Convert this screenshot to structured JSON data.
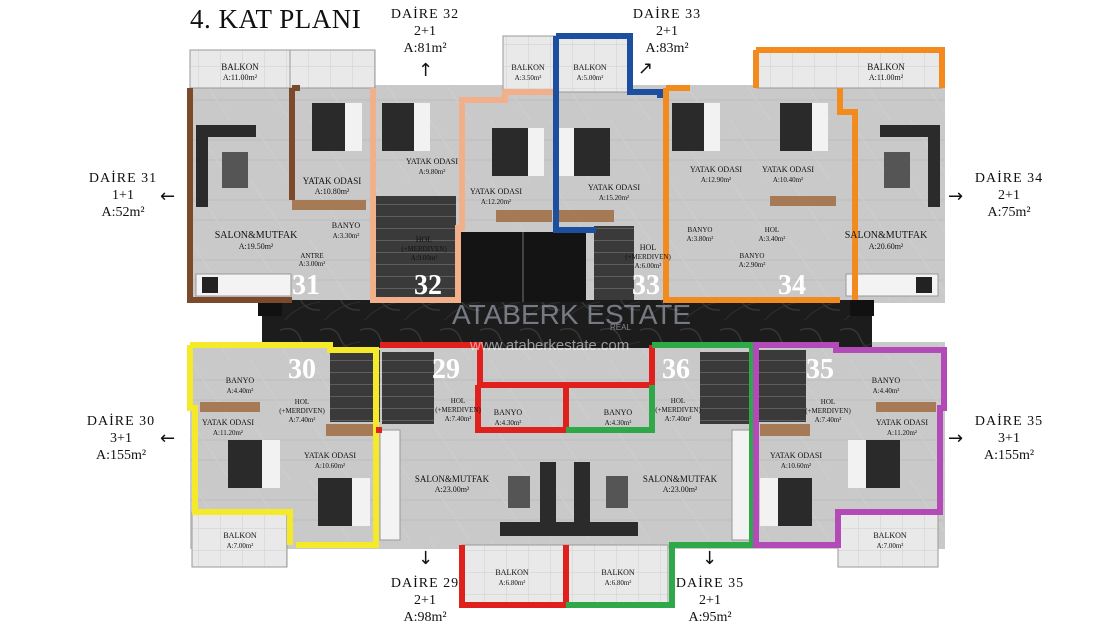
{
  "title": "4. KAT PLANI",
  "watermark": {
    "brand": "ATABERK ESTATE",
    "small": "REAL",
    "url": "www.ataberkestate.com"
  },
  "colors": {
    "d31": "#7a4a2b",
    "d32": "#f2b08a",
    "d33": "#1d4fa0",
    "d34": "#f28a1e",
    "d30": "#f4ea2a",
    "d29": "#e0201c",
    "d36": "#2fa84a",
    "d35": "#b24ab8"
  },
  "apartments": [
    {
      "id": "d32",
      "name": "DAİRE 32",
      "type": "2+1",
      "area": "A:81m²",
      "number": "32"
    },
    {
      "id": "d33",
      "name": "DAİRE 33",
      "type": "2+1",
      "area": "A:83m²",
      "number": "33"
    },
    {
      "id": "d31",
      "name": "DAİRE 31",
      "type": "1+1",
      "area": "A:52m²",
      "number": "31"
    },
    {
      "id": "d34",
      "name": "DAİRE 34",
      "type": "2+1",
      "area": "A:75m²",
      "number": "34"
    },
    {
      "id": "d30",
      "name": "DAİRE 30",
      "type": "3+1",
      "area": "A:155m²",
      "number": "30"
    },
    {
      "id": "d35",
      "name": "DAİRE 35",
      "type": "3+1",
      "area": "A:155m²",
      "number": "35"
    },
    {
      "id": "d29",
      "name": "DAİRE 29",
      "type": "2+1",
      "area": "A:98m²",
      "number": "29"
    },
    {
      "id": "d36",
      "name": "DAİRE 35",
      "type": "2+1",
      "area": "A:95m²",
      "number": "36"
    }
  ],
  "rooms": {
    "d31": [
      {
        "name": "BALKON",
        "area": "A:11.00m²"
      },
      {
        "name": "YATAK ODASI",
        "area": "A:10.80m²"
      },
      {
        "name": "SALON&MUTFAK",
        "area": "A:19.50m²"
      },
      {
        "name": "BANYO",
        "area": "A:3.30m²"
      },
      {
        "name": "ANTRE",
        "area": "A:3.00m²"
      }
    ],
    "d32": [
      {
        "name": "BALKON",
        "area": "A:3.50m²"
      },
      {
        "name": "YATAK ODASI",
        "area": "A:9.80m²"
      },
      {
        "name": "YATAK ODASI",
        "area": "A:12.20m²"
      },
      {
        "name": "HOL",
        "area": "(+MERDIVEN)"
      },
      {
        "name": "",
        "area": "A:9.00m²"
      }
    ],
    "d33": [
      {
        "name": "BALKON",
        "area": "A:5.00m²"
      },
      {
        "name": "YATAK ODASI",
        "area": "A:15.20m²"
      },
      {
        "name": "HOL",
        "area": "(+MERDIVEN)"
      },
      {
        "name": "",
        "area": "A:6.00m²"
      }
    ],
    "d34": [
      {
        "name": "BALKON",
        "area": "A:11.00m²"
      },
      {
        "name": "YATAK ODASI",
        "area": "A:12.90m²"
      },
      {
        "name": "YATAK ODASI",
        "area": "A:10.40m²"
      },
      {
        "name": "BANYO",
        "area": "A:3.80m²"
      },
      {
        "name": "HOL",
        "area": "A:3.40m²"
      },
      {
        "name": "BANYO",
        "area": "A:2.90m²"
      },
      {
        "name": "SALON&MUTFAK",
        "area": "A:20.60m²"
      }
    ],
    "d30": [
      {
        "name": "BANYO",
        "area": "A:4.40m²"
      },
      {
        "name": "HOL",
        "area": "(+MERDIVEN)"
      },
      {
        "name": "",
        "area": "A:7.40m²"
      },
      {
        "name": "YATAK ODASI",
        "area": "A:11.20m²"
      },
      {
        "name": "YATAK ODASI",
        "area": "A:10.60m²"
      },
      {
        "name": "BALKON",
        "area": "A:7.00m²"
      }
    ],
    "d29": [
      {
        "name": "HOL",
        "area": "(+MERDIVEN)"
      },
      {
        "name": "",
        "area": "A:7.40m²"
      },
      {
        "name": "BANYO",
        "area": "A:4.30m²"
      },
      {
        "name": "SALON&MUTFAK",
        "area": "A:23.00m²"
      },
      {
        "name": "BALKON",
        "area": "A:6.80m²"
      }
    ],
    "d36": [
      {
        "name": "BANYO",
        "area": "A:4.30m²"
      },
      {
        "name": "HOL",
        "area": "(+MERDIVEN)"
      },
      {
        "name": "",
        "area": "A:7.40m²"
      },
      {
        "name": "SALON&MUTFAK",
        "area": "A:23.00m²"
      },
      {
        "name": "BALKON",
        "area": "A:6.80m²"
      }
    ],
    "d35": [
      {
        "name": "BANYO",
        "area": "A:4.40m²"
      },
      {
        "name": "HOL",
        "area": "(+MERDIVEN)"
      },
      {
        "name": "",
        "area": "A:7.40m²"
      },
      {
        "name": "YATAK ODASI",
        "area": "A:11.20m²"
      },
      {
        "name": "YATAK ODASI",
        "area": "A:10.60m²"
      },
      {
        "name": "BALKON",
        "area": "A:7.00m²"
      }
    ]
  }
}
